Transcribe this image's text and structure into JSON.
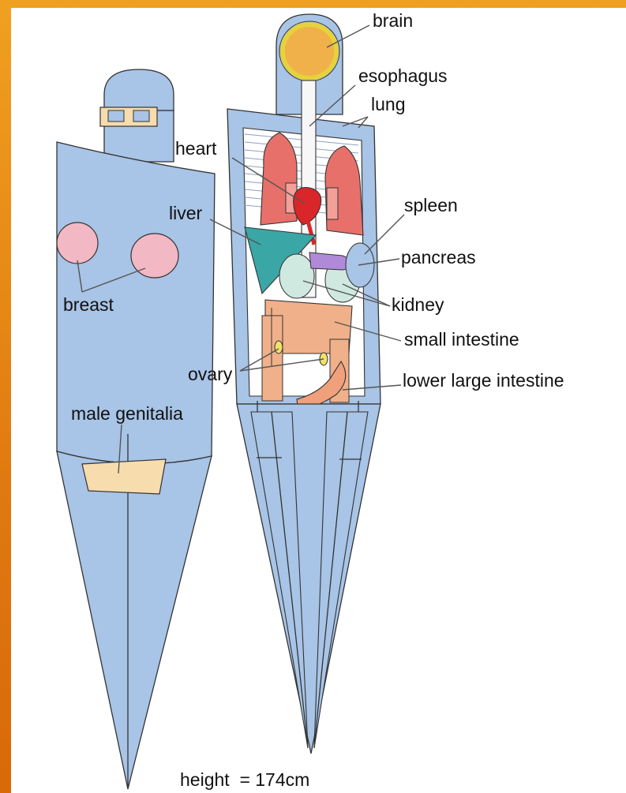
{
  "diagram": {
    "labels": {
      "brain": "brain",
      "esophagus": "esophagus",
      "lung": "lung",
      "heart": "heart",
      "liver": "liver",
      "spleen": "spleen",
      "pancreas": "pancreas",
      "breast": "breast",
      "kidney": "kidney",
      "small_intestine": "small intestine",
      "ovary": "ovary",
      "lower_large_intestine": "lower large intestine",
      "male_genitalia": "male genitalia",
      "height": "height  = 174cm"
    },
    "colors": {
      "body": "#a8c4e6",
      "outline": "#333333",
      "brain": "#f0b04a",
      "skull_ring": "#e6d23a",
      "lung": "#e8706a",
      "heart": "#d8262a",
      "liver": "#3aa6a6",
      "pancreas": "#b08ad8",
      "kidney": "#cfe8e0",
      "intestine": "#f0b08a",
      "genitalia": "#f7dcae",
      "breast": "#f2b8c4",
      "frame": "#e8800c"
    }
  }
}
